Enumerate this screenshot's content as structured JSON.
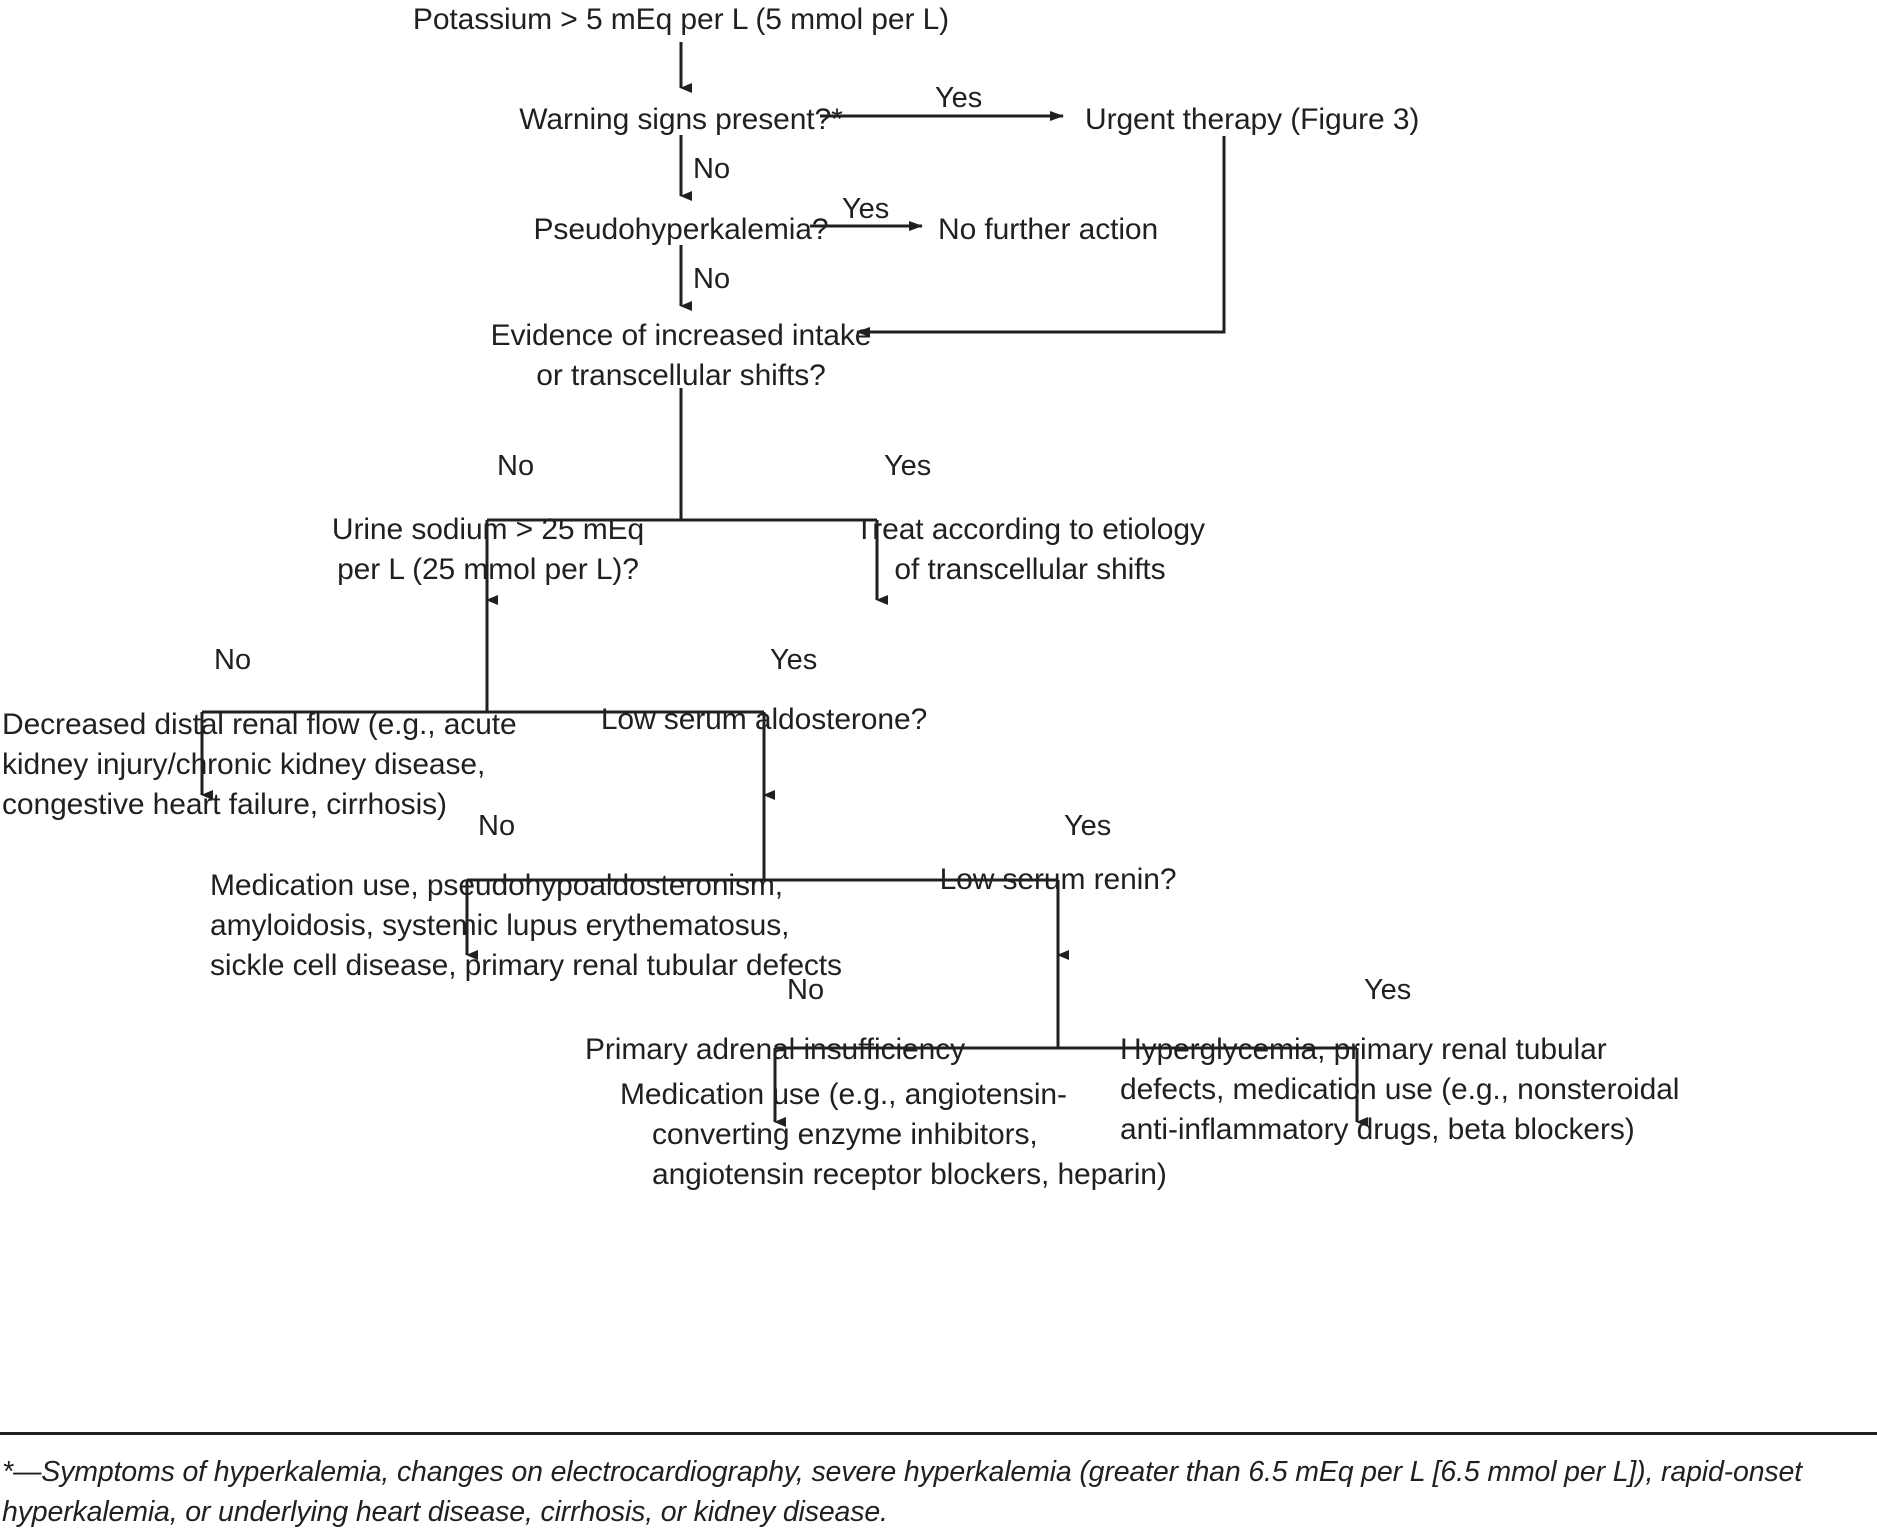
{
  "figure": {
    "type": "clinical-decision-flowchart",
    "topic": "Evaluation of hyperkalemia"
  },
  "nodes": {
    "start": "Potassium > 5 mEq per L (5 mmol per L)",
    "warning_signs": "Warning signs present?*",
    "urgent_therapy": "Urgent therapy (Figure 3)",
    "pseudohyperkalemia": "Pseudohyperkalemia?",
    "no_further_action": "No further action",
    "evidence_intake": "Evidence of increased intake\nor transcellular shifts?",
    "urine_sodium": "Urine sodium > 25 mEq\nper L (25 mmol per L)?",
    "treat_etiology": "Treat according to etiology\nof transcellular shifts",
    "decreased_flow": "Decreased distal renal flow (e.g., acute\nkidney injury/chronic kidney disease,\ncongestive heart failure, cirrhosis)",
    "low_aldosterone": "Low serum aldosterone?",
    "medication_pseudohypo": "Medication use, pseudohypoaldosteronism,\namyloidosis, systemic lupus erythematosus,\nsickle cell disease, primary renal tubular defects",
    "low_renin": "Low serum renin?",
    "primary_adrenal": "Primary adrenal insufficiency",
    "medication_ace": "Medication use (e.g., angiotensin-",
    "medication_ace_l2": "converting enzyme inhibitors,",
    "medication_ace_l3": "angiotensin receptor blockers, heparin)",
    "hyperglycemia": "Hyperglycemia, primary renal tubular\ndefects, medication use (e.g., nonsteroidal\nanti-inflammatory drugs, beta blockers)"
  },
  "edge_labels": {
    "warning_yes": "Yes",
    "warning_no": "No",
    "pseudo_yes": "Yes",
    "pseudo_no": "No",
    "evidence_no": "No",
    "evidence_yes": "Yes",
    "urine_no": "No",
    "urine_yes": "Yes",
    "aldo_no": "No",
    "aldo_yes": "Yes",
    "renin_no": "No",
    "renin_yes": "Yes"
  },
  "footnote": {
    "text": "*—Symptoms of hyperkalemia, changes on electrocardiography, severe hyperkalemia (greater than 6.5 mEq per L [6.5 mmol per L]), rapid-onset hyperkalemia, or underlying heart disease, cirrhosis, or kidney disease."
  },
  "colors": {
    "ink": "#231f20",
    "background": "#ffffff"
  }
}
